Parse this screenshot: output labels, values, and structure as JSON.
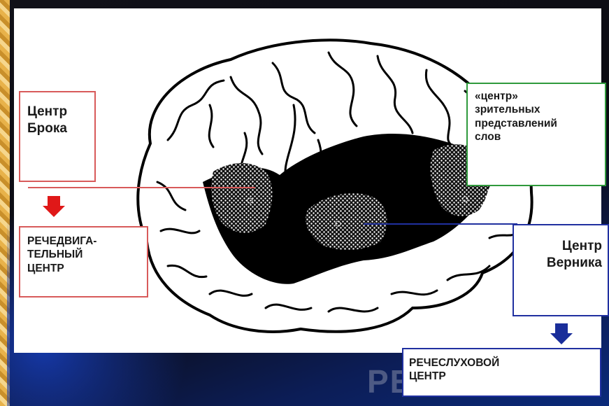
{
  "labels": {
    "broca": "Центр\nБрока",
    "speech_motor": "РЕЧЕДВИГА-\nТЕЛЬНЫЙ\nЦЕНТР",
    "visual_center": "«центр»\nзрительных\nпредставлений\nслов",
    "wernicke": "Центр\nВерника",
    "auditory": "РЕЧЕСЛУХОВОЙ\nЦЕНТР",
    "region_marks": [
      "○",
      "○",
      "○"
    ]
  },
  "watermark": "РЕ",
  "colors": {
    "broca_border": "#d85a5a",
    "visual_border": "#2f9a3c",
    "wernicke_border": "#2030a0",
    "red_arrow": "#e01818",
    "blue_arrow": "#1a2e9a"
  },
  "icons": {
    "broca_arrow": "arrow-down-icon",
    "wernicke_arrow": "arrow-down-icon"
  }
}
